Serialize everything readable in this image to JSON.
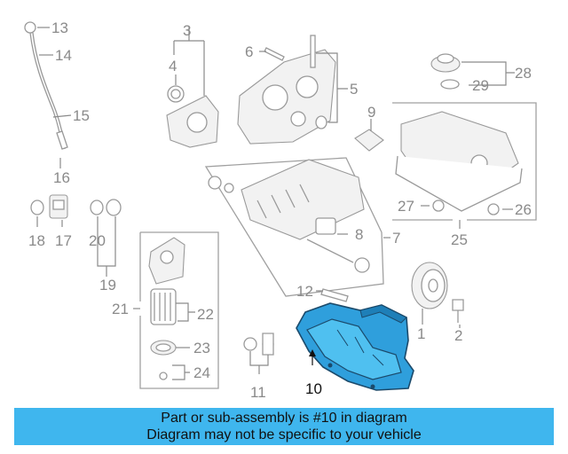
{
  "callouts": {
    "c1": "1",
    "c2": "2",
    "c3": "3",
    "c4": "4",
    "c5": "5",
    "c6": "6",
    "c7": "7",
    "c8": "8",
    "c9": "9",
    "c10": "10",
    "c11": "11",
    "c12": "12",
    "c13": "13",
    "c14": "14",
    "c15": "15",
    "c16": "16",
    "c17": "17",
    "c18": "18",
    "c19": "19",
    "c20": "20",
    "c21": "21",
    "c22": "22",
    "c23": "23",
    "c24": "24",
    "c25": "25",
    "c26": "26",
    "c27": "27",
    "c28": "28",
    "c29": "29"
  },
  "highlight": {
    "part_number": "10",
    "color": "#3fb6ee"
  },
  "banner": {
    "line1": "Part or sub-assembly is #10 in diagram",
    "line2": "Diagram may not be specific to your vehicle",
    "color": "#3fb6ee"
  }
}
